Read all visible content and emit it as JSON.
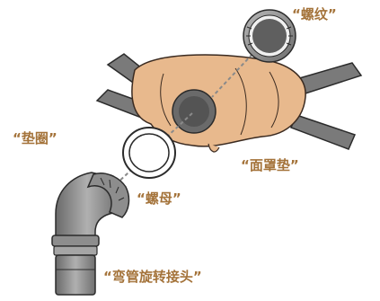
{
  "colors": {
    "label": "#a4733a",
    "cushion": "#e8b98d",
    "cushion_outline": "#3a2a20",
    "strap": "#7a7a7a",
    "part_gray": "#8d8d8d",
    "part_dark": "#5b5b5b",
    "leader_line": "#8a8a8a"
  },
  "labels": {
    "thread": "“螺纹”",
    "washer": "“垫圈”",
    "mask_cushion": "“面罩垫”",
    "nut": "“螺母”",
    "swivel_elbow": "“弯管旋转接头”"
  },
  "icons": {
    "thread_cap": "threaded-cap-icon",
    "mask": "mask-cushion-icon",
    "washer": "washer-ring-icon",
    "elbow": "swivel-elbow-icon"
  }
}
